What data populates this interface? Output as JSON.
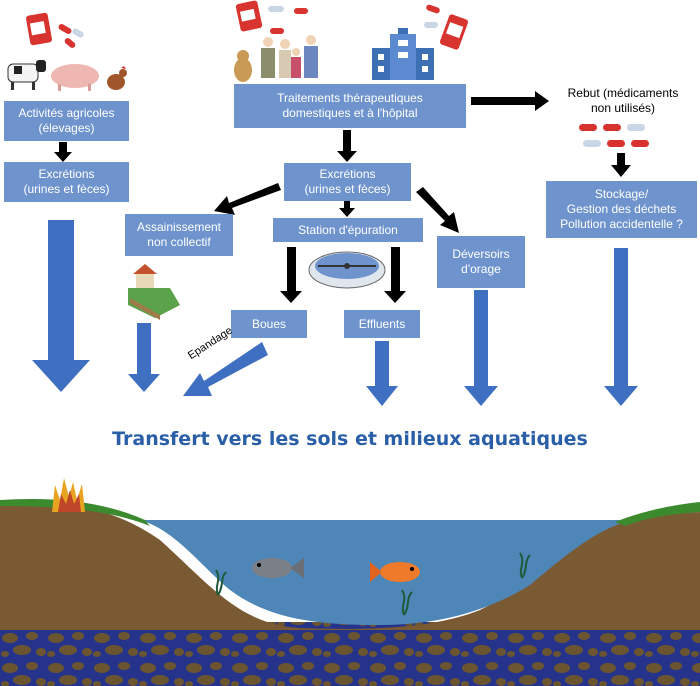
{
  "boxes": {
    "agri": "Activités agricoles\n(élevages)",
    "excr_left": "Excrétions\n(urines et fèces)",
    "traitements": "Traitements thérapeutiques\ndomestiques et à l'hôpital",
    "excr_center": "Excrétions\n(urines et fèces)",
    "assainissement": "Assainissement\nnon collectif",
    "station": "Station d'épuration",
    "deversoirs": "Déversoirs\nd'orage",
    "boues": "Boues",
    "effluents": "Effluents",
    "stockage": "Stockage/\nGestion des déchets\nPollution accidentelle ?"
  },
  "labels": {
    "rebut": "Rebut (médicaments\nnon utilisés)",
    "epandage": "Epandage"
  },
  "title": "Transfert vers les sols et milieux aquatiques",
  "colors": {
    "box": "#6f94cd",
    "blue_arrow": "#3f6fc0",
    "black_arrow": "#000000",
    "title": "#2a5fa8",
    "water": "#4f86b8",
    "soil": "#7a5a32",
    "grass": "#3c8a2e",
    "bedrock": "#28348a"
  },
  "icons": [
    "pill-bottle-icon",
    "capsule-icon",
    "cow-icon",
    "pig-icon",
    "chicken-icon",
    "family-icon",
    "dog-icon",
    "hospital-icon",
    "house-septic-icon",
    "treatment-basin-icon",
    "fish-icon",
    "seaweed-icon",
    "crop-fire-icon"
  ]
}
